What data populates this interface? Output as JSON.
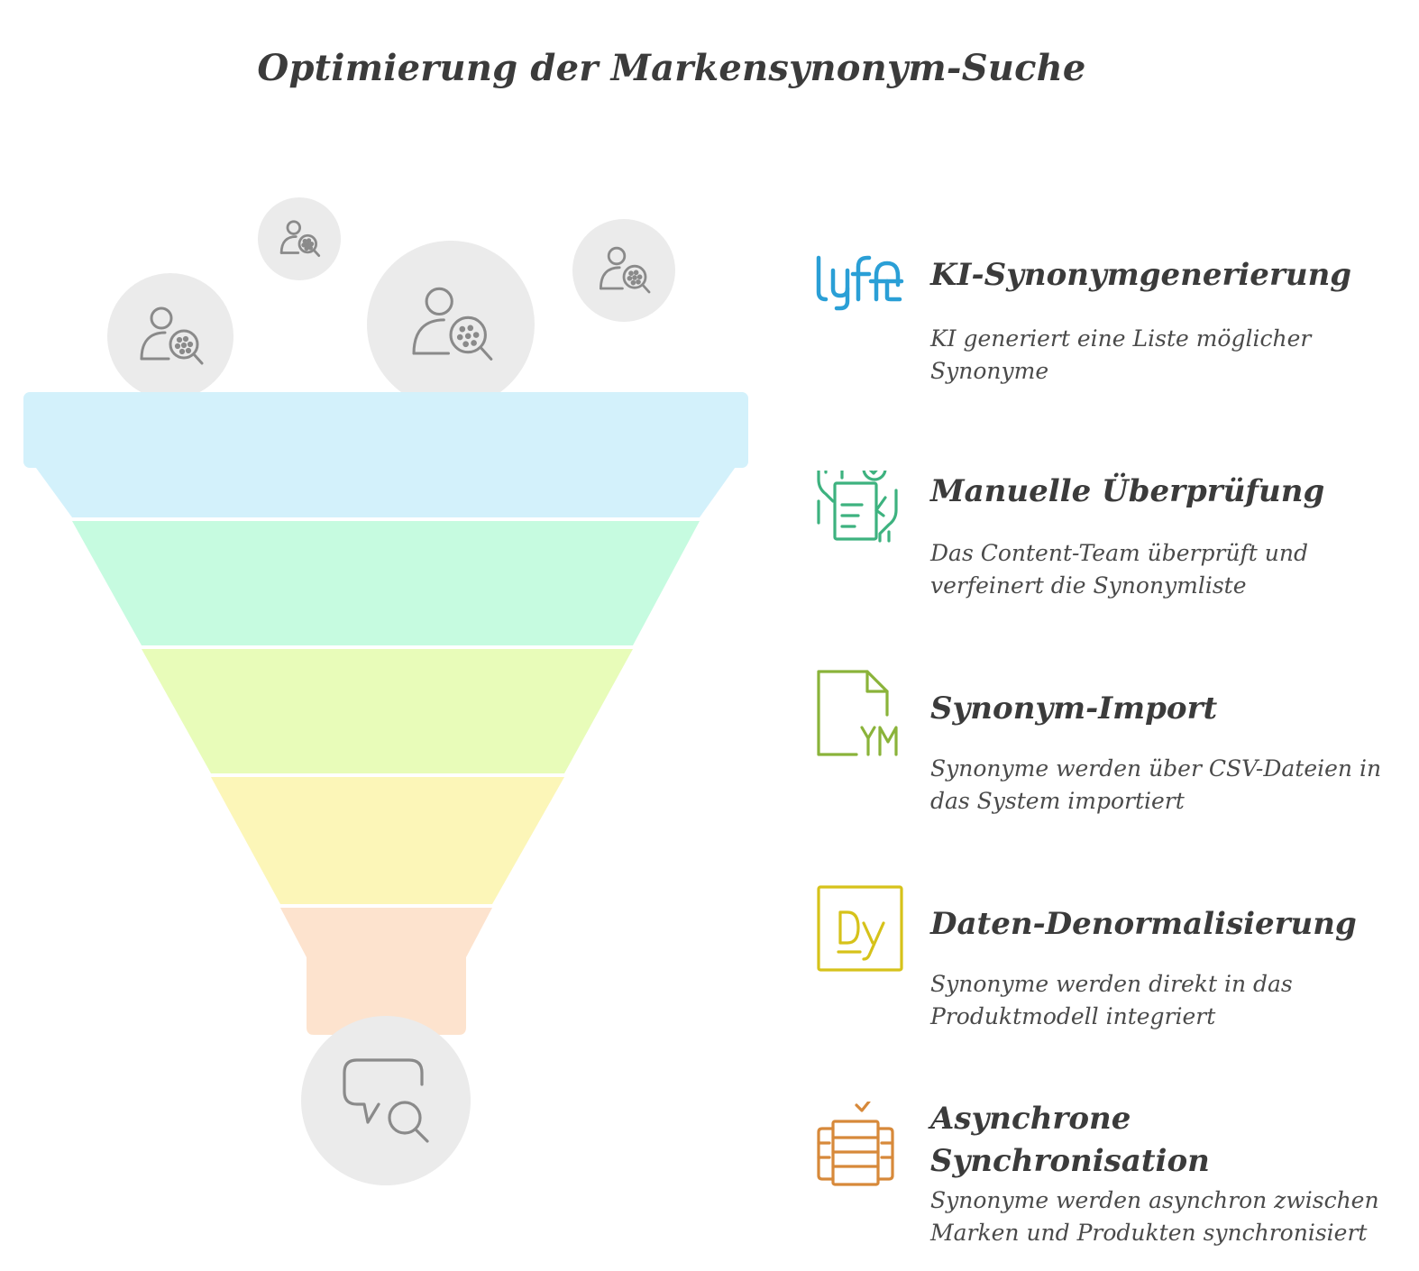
{
  "title": "Optimierung der Markensynonym-Suche",
  "colors": {
    "layer_1": "#d3f1fb",
    "layer_2": "#c6fbe0",
    "layer_3": "#e8fcb9",
    "layer_4": "#fcf6b8",
    "layer_5": "#fde3ce",
    "bubble": "#ebebeb",
    "icon_gray": "#8a8a8a",
    "step_1": "#2a9fd6",
    "step_2": "#3db27f",
    "step_3": "#8ab33a",
    "step_4": "#d6c21a",
    "step_5": "#d7893a"
  },
  "steps": [
    {
      "icon": "lyft-logo-icon",
      "title": "KI-Synonymgenerierung",
      "description": "KI generiert eine Liste möglicher Synonyme"
    },
    {
      "icon": "checklist-hands-icon",
      "title": "Manuelle Überprüfung",
      "description": "Das Content-Team überprüft und verfeinert die Synonymliste"
    },
    {
      "icon": "yml-file-icon",
      "title": "Synonym-Import",
      "description": "Synonyme werden über CSV-Dateien in das System importiert"
    },
    {
      "icon": "dy-box-icon",
      "title": "Daten-Denormalisierung",
      "description": "Synonyme werden direkt in das Produktmodell integriert"
    },
    {
      "icon": "server-sync-icon",
      "title": "Asynchrone Synchronisation",
      "description": "Synonyme werden asynchron zwischen Marken und Produkten synchronisiert"
    }
  ]
}
